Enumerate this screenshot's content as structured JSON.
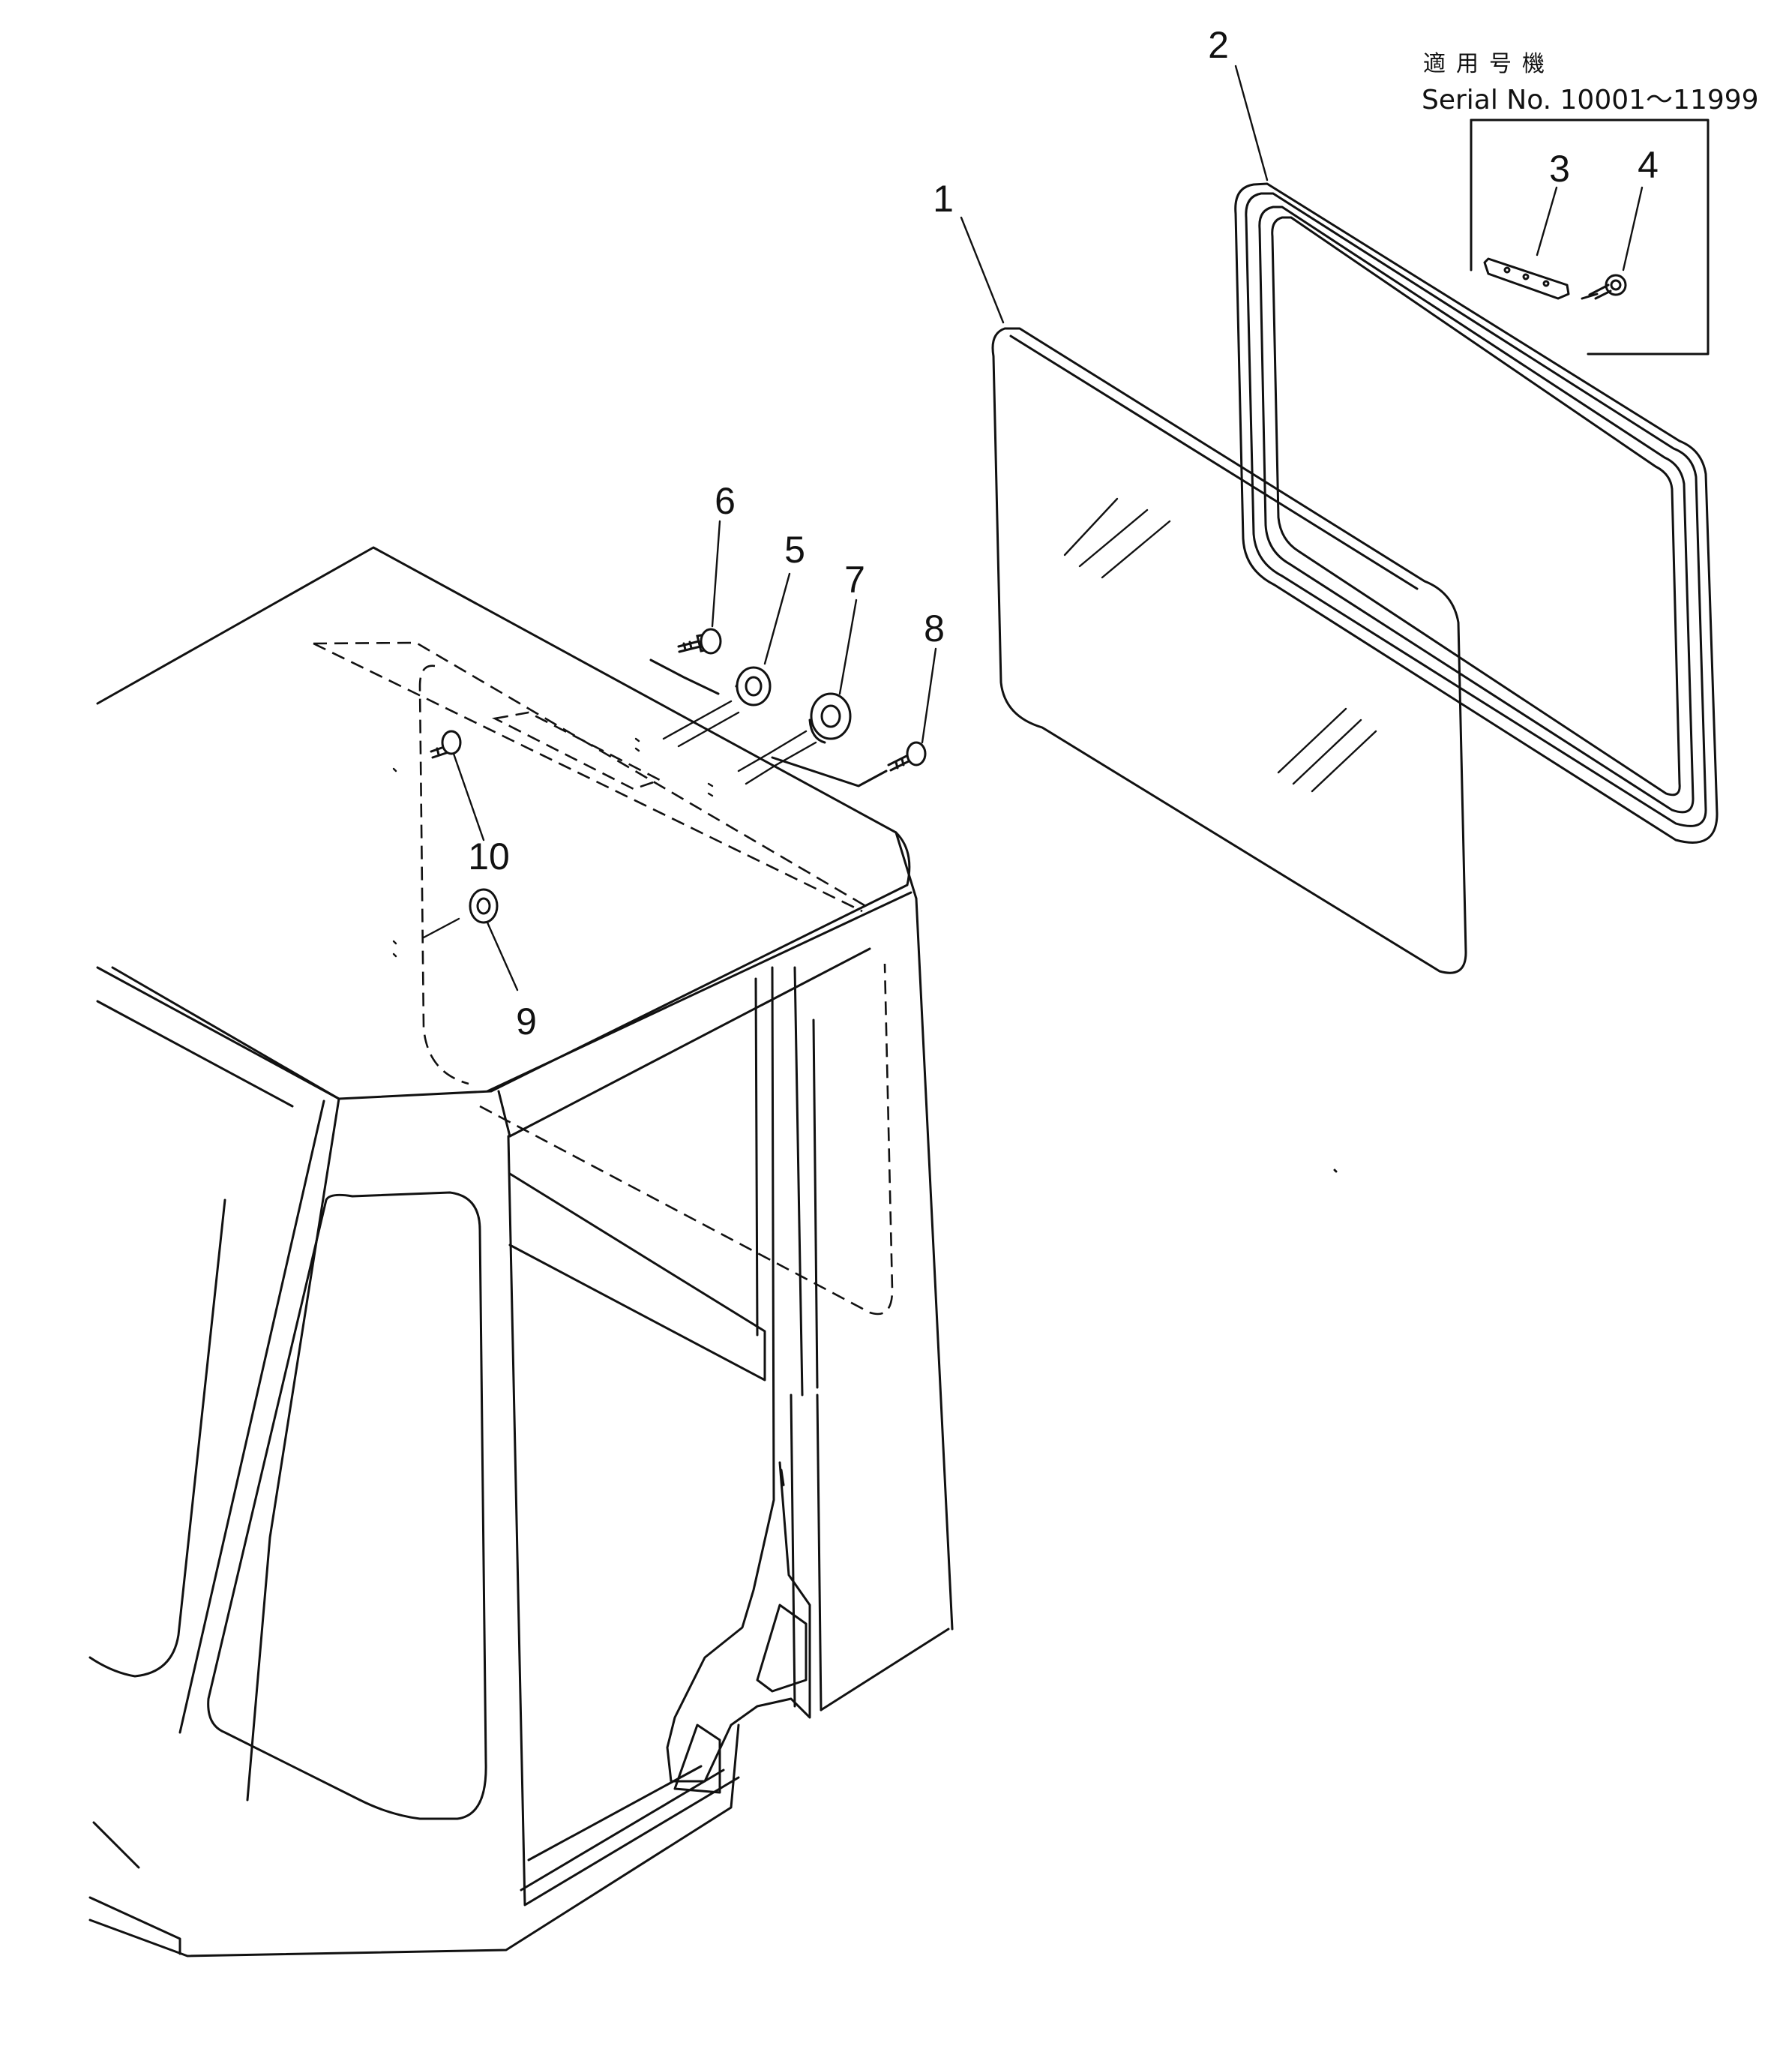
{
  "callouts": {
    "c1": "1",
    "c2": "2",
    "c3": "3",
    "c4": "4",
    "c5": "5",
    "c6": "6",
    "c7": "7",
    "c8": "8",
    "c9": "9",
    "c10": "10"
  },
  "serial_note": {
    "title": "適用号機",
    "serial": "Serial No. 10001～11999"
  }
}
